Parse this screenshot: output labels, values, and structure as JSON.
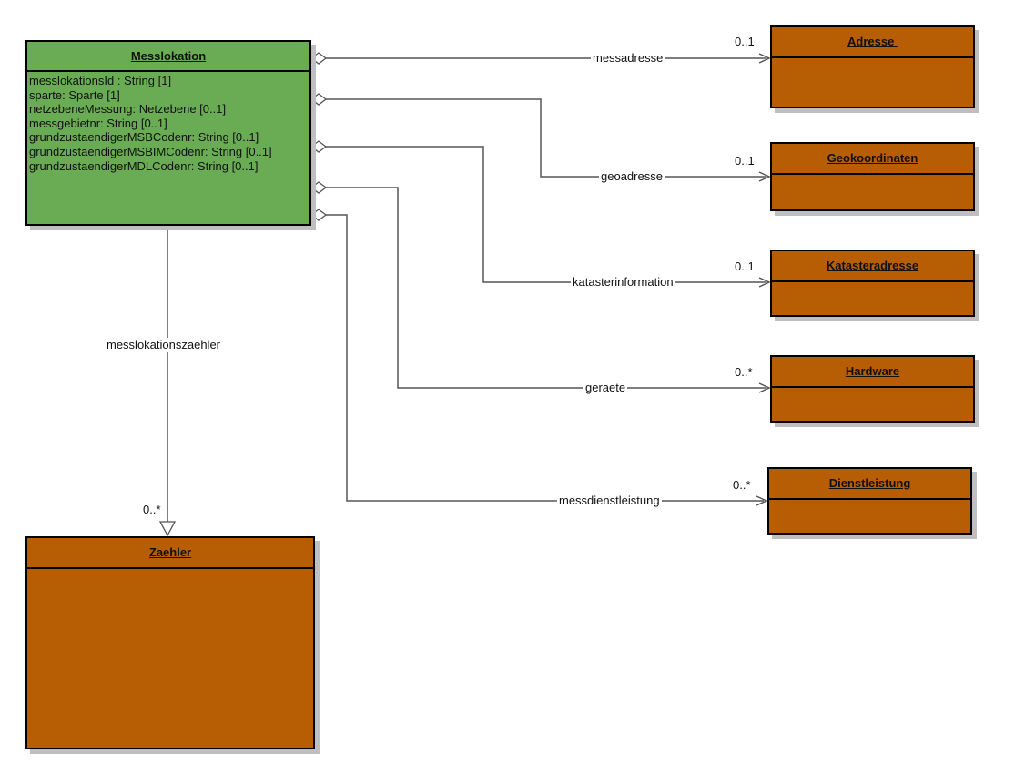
{
  "colors": {
    "main_class": "#6aac54",
    "related_class": "#b75e04",
    "line": "#555555"
  },
  "main_class": {
    "name": "Messlokation",
    "attributes": [
      "messlokationsId : String [1]",
      "sparte: Sparte [1]",
      "netzebeneMessung: Netzebene [0..1]",
      "messgebietnr: String [0..1]",
      "grundzustaendigerMSBCodenr: String [0..1]",
      "grundzustaendigerMSBIMCodenr: String [0..1]",
      "grundzustaendigerMDLCodenr: String [0..1]"
    ]
  },
  "classes": [
    {
      "name": "Adresse "
    },
    {
      "name": "Geokoordinaten"
    },
    {
      "name": "Katasteradresse"
    },
    {
      "name": "Hardware"
    },
    {
      "name": "Dienstleistung"
    },
    {
      "name": "Zaehler"
    }
  ],
  "associations": [
    {
      "role": "messadresse",
      "multiplicity": "0..1"
    },
    {
      "role": "geoadresse",
      "multiplicity": "0..1"
    },
    {
      "role": "katasterinformation",
      "multiplicity": "0..1"
    },
    {
      "role": "geraete",
      "multiplicity": "0..*"
    },
    {
      "role": "messdienstleistung",
      "multiplicity": "0..*"
    },
    {
      "role": "messlokationszaehler",
      "multiplicity": "0..*"
    }
  ]
}
